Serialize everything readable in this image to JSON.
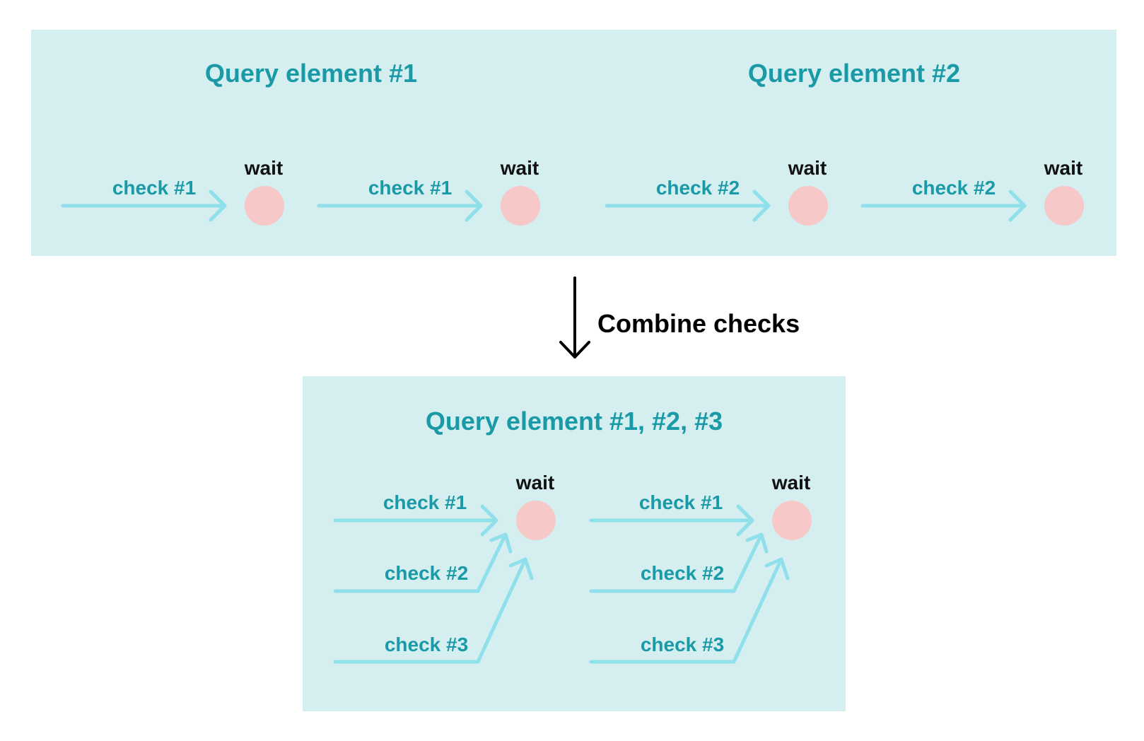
{
  "colors": {
    "panel_bg": "#d5eef0",
    "teal_text": "#1a9aa6",
    "arrow": "#8fe0ea",
    "node": "#f7c8c8",
    "black": "#000000"
  },
  "top": {
    "titles": [
      "Query element #1",
      "Query element #2"
    ],
    "groups": [
      {
        "check": "check #1",
        "wait": "wait"
      },
      {
        "check": "check #1",
        "wait": "wait"
      },
      {
        "check": "check #2",
        "wait": "wait"
      },
      {
        "check": "check #2",
        "wait": "wait"
      }
    ]
  },
  "transition": {
    "label": "Combine checks"
  },
  "bottom": {
    "title": "Query element #1, #2, #3",
    "groups": [
      {
        "checks": [
          "check #1",
          "check #2",
          "check #3"
        ],
        "wait": "wait"
      },
      {
        "checks": [
          "check #1",
          "check #2",
          "check #3"
        ],
        "wait": "wait"
      }
    ]
  }
}
